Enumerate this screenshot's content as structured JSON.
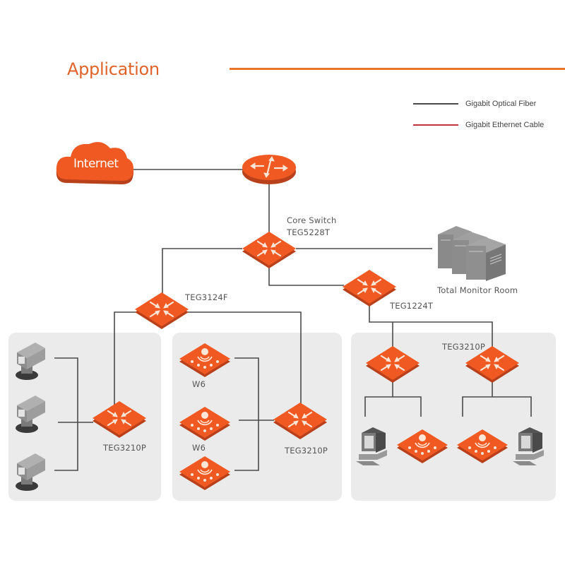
{
  "header": {
    "title": "Application"
  },
  "legend": [
    {
      "label": "Gigabit Optical Fiber",
      "color": "#4a4a4a"
    },
    {
      "label": "Gigabit Ethernet Cable",
      "color": "#c0333a"
    }
  ],
  "colors": {
    "accent": "#f05a22",
    "accent_dark": "#c2451a",
    "line": "#4a4a4a",
    "panel": "#ebebec",
    "device_gray": "#8c8c8c"
  },
  "nodes": {
    "internet": {
      "label": "Internet",
      "icon": "cloud-icon"
    },
    "router": {
      "icon": "router-icon"
    },
    "core_switch": {
      "label_line1": "Core Switch",
      "label_line2": "TEG5228T",
      "icon": "switch-icon"
    },
    "monitor_room": {
      "label": "Total Monitor Room",
      "icon": "server-icon"
    },
    "teg3124f": {
      "label": "TEG3124F",
      "icon": "switch-icon"
    },
    "teg1224t": {
      "label": "TEG1224T",
      "icon": "switch-icon"
    },
    "left_switch": {
      "label": "TEG3210P",
      "icon": "switch-icon"
    },
    "mid_switch": {
      "label": "TEG3210P",
      "icon": "switch-icon"
    },
    "right_switch_label": {
      "label": "TEG3210P"
    },
    "ap_labels": [
      "W6",
      "W6"
    ]
  }
}
